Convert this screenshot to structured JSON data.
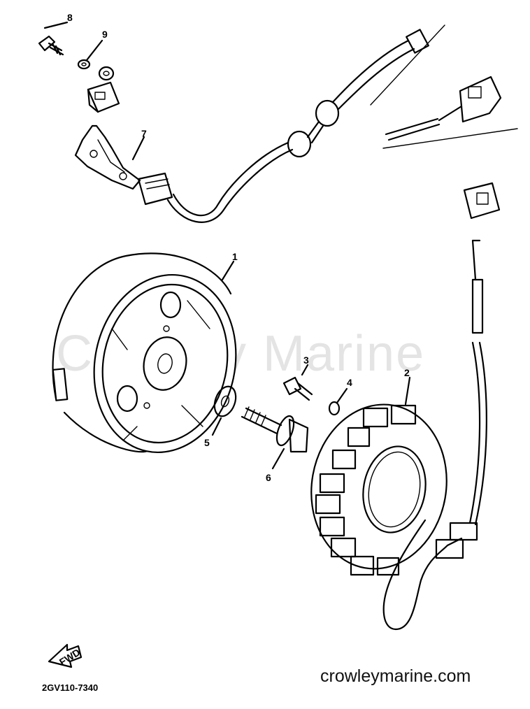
{
  "diagram": {
    "callouts": [
      "1",
      "2",
      "3",
      "4",
      "5",
      "6",
      "7",
      "8",
      "9"
    ],
    "watermark": "Crowley Marine",
    "direction_label": "FWD",
    "part_code": "2GV110-7340",
    "site": "crowleymarine.com"
  },
  "parts": [
    {
      "number": "1",
      "name": "flywheel-rotor"
    },
    {
      "number": "2",
      "name": "stator-assembly"
    },
    {
      "number": "3",
      "name": "screw"
    },
    {
      "number": "4",
      "name": "washer"
    },
    {
      "number": "5",
      "name": "plain-washer"
    },
    {
      "number": "6",
      "name": "flange-bolt"
    },
    {
      "number": "7",
      "name": "pickup-coil-harness"
    },
    {
      "number": "8",
      "name": "bolt"
    },
    {
      "number": "9",
      "name": "lock-washer"
    }
  ]
}
